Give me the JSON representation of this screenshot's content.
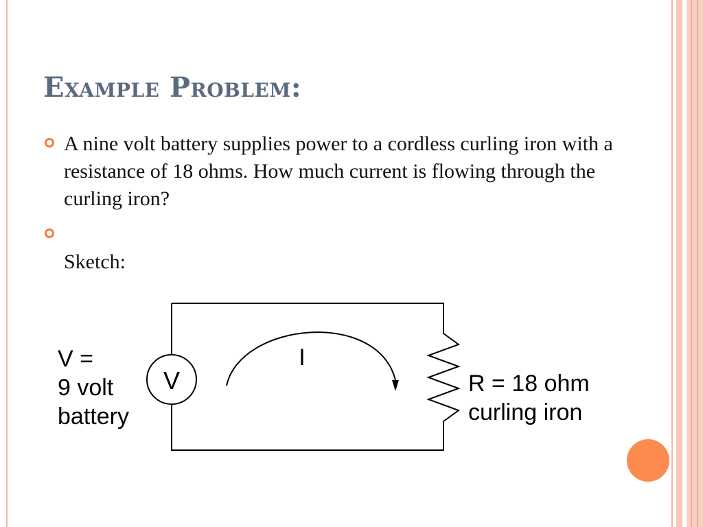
{
  "slide": {
    "title": "Example Problem:",
    "bullets": [
      {
        "text": "A nine volt battery supplies power to a cordless curling iron with a resistance of 18 ohms. How much current is flowing through the curling iron?"
      },
      {
        "text": "Sketch:"
      }
    ]
  },
  "diagram": {
    "battery_label_line1": "V =",
    "battery_label_line2": "9 volt",
    "battery_label_line3": "battery",
    "source_symbol": "V",
    "current_label": "I",
    "resistor_label_line1": "R = 18 ohm",
    "resistor_label_line2": "curling iron"
  },
  "colors": {
    "bullet_accent": "#f07f3c",
    "title_color": "#5b6b7f",
    "corner_dot": "#fb8b4f",
    "border_lines": "#f6b8a3"
  }
}
